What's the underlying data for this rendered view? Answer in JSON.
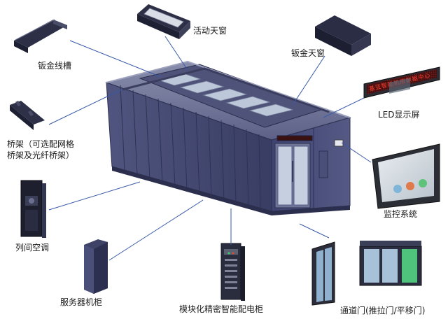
{
  "labels": {
    "cable_tray": "钣金线槽",
    "active_skylight": "活动天窗",
    "sheet_skylight": "钣金天窗",
    "led_screen": "LED显示屏",
    "bridge_line1": "桥架（可选配网格",
    "bridge_line2": "桥架及光纤桥架）",
    "monitoring": "监控系统",
    "row_ac": "列间空调",
    "server_cabinet": "服务器机柜",
    "power_cabinet": "模块化精密智能配电柜",
    "door": "通道门(推拉门/平移门)"
  },
  "led_text": "基亚智能机房数据中心",
  "colors": {
    "cabinet_front": "#4a4f7a",
    "cabinet_side": "#3b3f66",
    "roof": "#6e7296",
    "line": "#3a5aa8",
    "led_bg": "#5a1a1a",
    "led_text": "#ff4030"
  }
}
